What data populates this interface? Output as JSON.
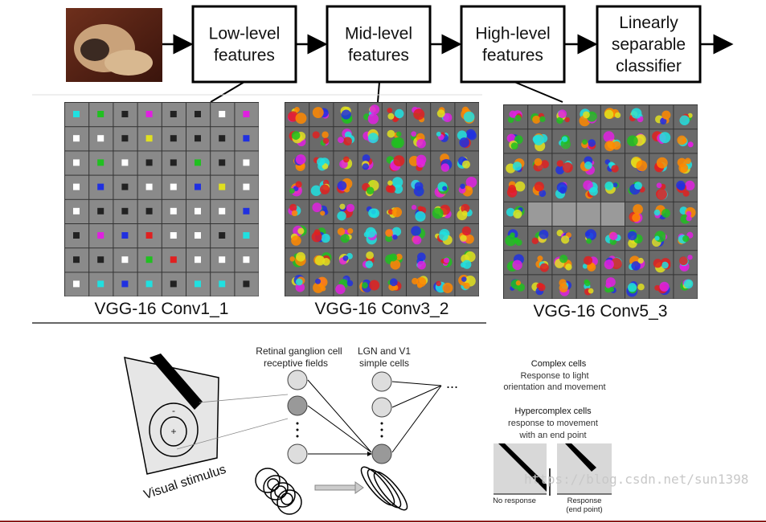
{
  "pipeline": {
    "boxes": [
      {
        "lines": [
          "Low-level",
          "features"
        ]
      },
      {
        "lines": [
          "Mid-level",
          "features"
        ]
      },
      {
        "lines": [
          "High-level",
          "features"
        ]
      },
      {
        "lines": [
          "Linearly",
          "separable",
          "classifier"
        ]
      }
    ]
  },
  "grids": [
    {
      "label": "VGG-16 Conv1_1",
      "style": "low"
    },
    {
      "label": "VGG-16 Conv3_2",
      "style": "mid"
    },
    {
      "label": "VGG-16 Conv5_3",
      "style": "high"
    }
  ],
  "neuro": {
    "retinal_label": [
      "Retinal ganglion cell",
      "receptive fields"
    ],
    "lgn_label": [
      "LGN and V1",
      "simple cells"
    ],
    "stimulus_label": "Visual stimulus",
    "ellipsis": "...",
    "complex_title": "Complex cells",
    "complex_desc": [
      "Response to light",
      "orientation and movement"
    ],
    "hyper_title": "Hypercomplex cells",
    "hyper_desc": [
      "response to movement",
      "with an end point"
    ],
    "no_response": "No response",
    "response": [
      "Response",
      "(end point)"
    ]
  },
  "watermark": "https://blog.csdn.net/sun1398",
  "colors": {
    "accent_line": "#8b1a1a",
    "filter_bg": "#808080"
  }
}
